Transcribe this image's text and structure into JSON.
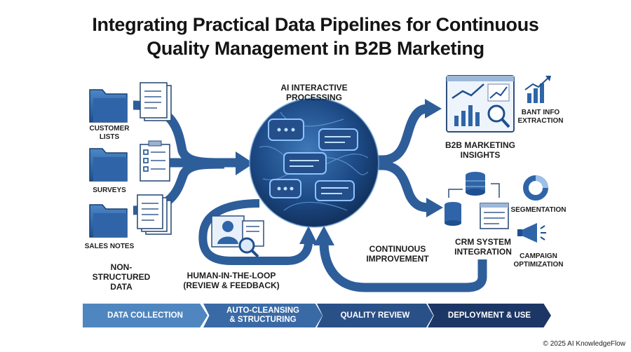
{
  "title": {
    "line1": "Integrating Practical Data Pipelines for Continuous",
    "line2": "Quality Management in B2B Marketing"
  },
  "sources": {
    "customer_lists": "CUSTOMER\nLISTS",
    "surveys": "SURVEYS",
    "sales_notes": "SALES NOTES",
    "group_label": "NON-STRUCTURED\nDATA"
  },
  "center": {
    "label": "AI INTERACTIVE\nPROCESSING"
  },
  "human": {
    "label": "HUMAN-IN-THE-LOOP\n(REVIEW & FEEDBACK)"
  },
  "loop": {
    "label": "CONTINUOUS\nIMPROVEMENT"
  },
  "outputs": {
    "insights": "B2B MARKETING\nINSIGHTS",
    "bant": "BANT INFO\nEXTRACTION",
    "crm": "CRM SYSTEM\nINTEGRATION",
    "segmentation": "SEGMENTATION",
    "campaign": "CAMPAIGN\nOPTIMIZATION"
  },
  "stages": [
    "DATA COLLECTION",
    "AUTO-CLEANSING\n& STRUCTURING",
    "QUALITY REVIEW",
    "DEPLOYMENT & USE"
  ],
  "colors": {
    "stage1": "#4f86c0",
    "stage2": "#3a6aa6",
    "stage3": "#2a5088",
    "stage4": "#1c3766",
    "arrow": "#2e5e9a",
    "core": "#1c3d6e"
  },
  "copyright": "© 2025 AI KnowledgeFlow"
}
